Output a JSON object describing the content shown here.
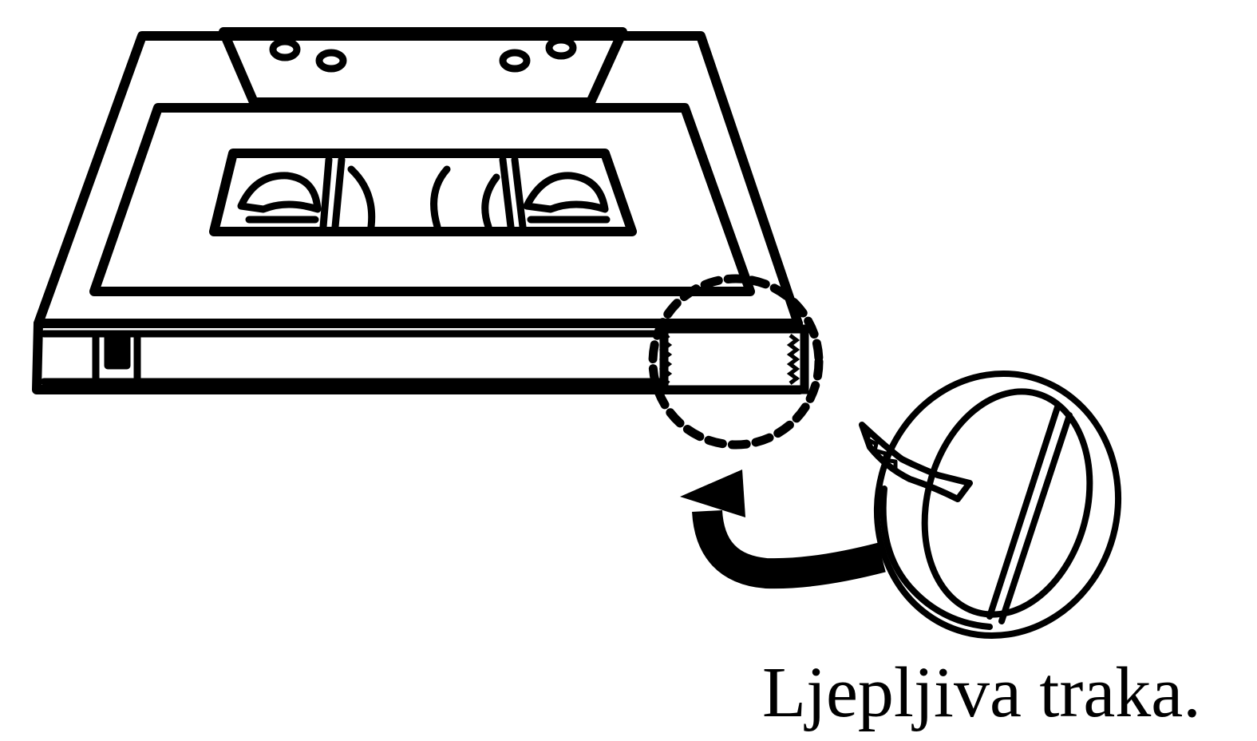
{
  "caption": "Ljepljiva traka.",
  "colors": {
    "ink": "#000000",
    "paper": "#ffffff"
  },
  "figure": {
    "items": [
      "cassette-illustration",
      "tape-roll-illustration",
      "curved-arrow-icon",
      "dashed-highlight-circle"
    ]
  }
}
